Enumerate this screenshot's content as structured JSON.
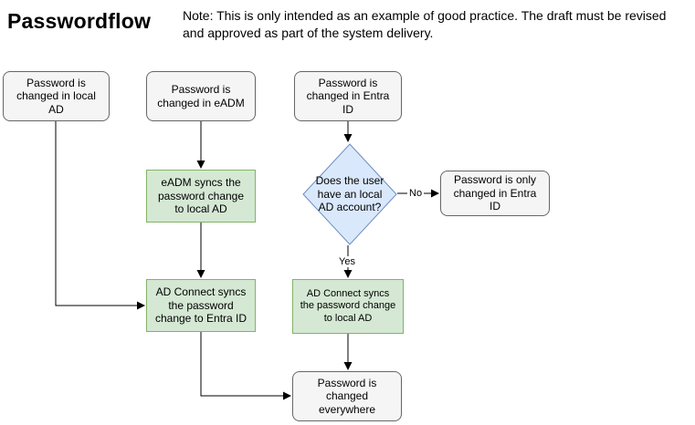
{
  "title": "Passwordflow",
  "note": "Note: This is only intended as an example of good practice. The draft must be revised and approved as part of the system delivery.",
  "nodes": {
    "changed_local_ad": "Password is changed in local AD",
    "changed_eadm": "Password is changed in eADM",
    "changed_entra": "Password is changed in Entra ID",
    "eadm_syncs": "eADM syncs the password change to local AD",
    "decision": "Does the user have an local AD account?",
    "only_entra": "Password is only changed in Entra ID",
    "adconnect_entra": "AD Connect syncs the password change to Entra ID",
    "adconnect_local": "AD Connect syncs the password change to local AD",
    "changed_everywhere": "Password is changed everywhere"
  },
  "edge_labels": {
    "no": "No",
    "yes": "Yes"
  },
  "colors": {
    "gray_fill": "#f5f5f5",
    "gray_border": "#666666",
    "green_fill": "#d5e8d4",
    "green_border": "#82b366",
    "diamond_fill": "#dae8fc",
    "diamond_border": "#6c8ebf",
    "connector": "#000000"
  }
}
